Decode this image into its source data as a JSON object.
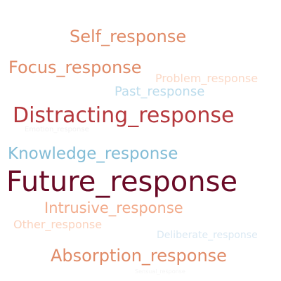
{
  "words": [
    {
      "id": "self",
      "text": "Self_response",
      "color": "#e08a66"
    },
    {
      "id": "focus",
      "text": "Focus_response",
      "color": "#e08a66"
    },
    {
      "id": "problem",
      "text": "Problem_response",
      "color": "#fbd9c7"
    },
    {
      "id": "past",
      "text": "Past_response",
      "color": "#bcdcec"
    },
    {
      "id": "distracting",
      "text": "Distracting_response",
      "color": "#b5383d"
    },
    {
      "id": "emotion",
      "text": "Emotion_response",
      "color": "#f2f2f2"
    },
    {
      "id": "knowledge",
      "text": "Knowledge_response",
      "color": "#82bcd6"
    },
    {
      "id": "future",
      "text": "Future_response",
      "color": "#6a0a26"
    },
    {
      "id": "intrusive",
      "text": "Intrusive_response",
      "color": "#f2ab8b"
    },
    {
      "id": "other",
      "text": "Other_response",
      "color": "#fbd3be"
    },
    {
      "id": "deliberate",
      "text": "Deliberate_response",
      "color": "#dbe9f3"
    },
    {
      "id": "absorption",
      "text": "Absorption_response",
      "color": "#e08a66"
    },
    {
      "id": "sensual",
      "text": "Sensual_response",
      "color": "#f5f5f5"
    }
  ]
}
